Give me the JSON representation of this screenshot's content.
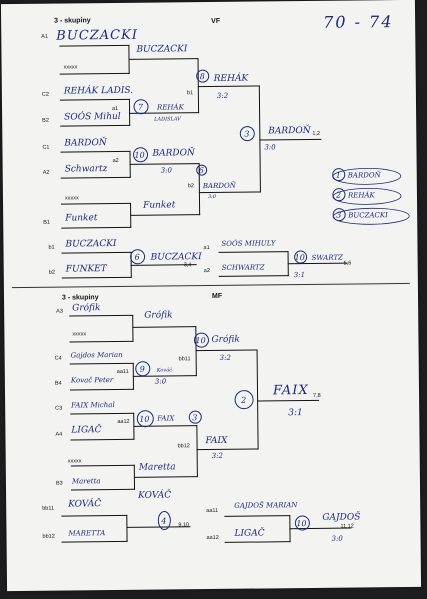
{
  "corner_note": "70 - 74",
  "top": {
    "group_label": "3 - skupiny",
    "round_label": "VF",
    "slots": {
      "A1": "A1",
      "C2": "C2",
      "B2": "B2",
      "C1": "C1",
      "A2": "A2",
      "B1": "B1",
      "b1": "b1",
      "b2": "b2",
      "a1": "a1",
      "a2": "a2"
    },
    "players": {
      "A1": "BUCZACKI",
      "bye1": "xxxxx",
      "C2": "REHÁK LADIS.",
      "B2": "SOÓS Mihul",
      "C1": "BARDOŇ",
      "A2": "Schwartz",
      "bye2": "xxxxx",
      "B1": "Funket",
      "b1": "BUCZACKI",
      "b2": "FUNKET",
      "a1": "SOÓS MIHULY",
      "a2": "SCHWARTZ"
    },
    "winners": {
      "r1_top": "BUCZACKI",
      "r1_mid": "REHÁK",
      "r1_mid_sub": "LADISLAV",
      "r1_bardon": "BARDOŇ",
      "r1_bardon_score": "3:0",
      "r1_funket": "Funket",
      "qf_rehak": "REHÁK",
      "qf_rehak_score": "3:2",
      "qf_bardon": "BARDOŇ",
      "qf_bardon_score": "3:0",
      "final": "BARDOŇ",
      "final_tag": "1,2",
      "final_score": "3:0",
      "cons_left": "BUCZACKI",
      "cons_left_tag": "3,4",
      "cons_right": "SWARTZ",
      "cons_right_tag": "5,6",
      "cons_right_score": "3:1"
    },
    "circled": {
      "qf_rehak": "8",
      "r1_mid": "7",
      "r1_bardon": "10",
      "r1_b2": "6",
      "final": "3",
      "cons_left": "6",
      "cons_right": "10"
    },
    "ranking": {
      "items": [
        {
          "num": "1",
          "name": "BARDOŇ"
        },
        {
          "num": "2",
          "name": "REHÁK"
        },
        {
          "num": "3",
          "name": "BUCZACKI"
        }
      ]
    }
  },
  "bottom": {
    "group_label": "3 - skupiny",
    "round_label": "MF",
    "slots": {
      "A3": "A3",
      "C4": "C4",
      "B4": "B4",
      "C3": "C3",
      "A4": "A4",
      "B3": "B3",
      "bb11": "bb11",
      "bb12": "bb12",
      "aa11": "aa11",
      "aa12": "aa12",
      "aa11r": "aa11",
      "aa12r": "aa12",
      "bb11r": "bb11",
      "bb12r": "bb12"
    },
    "players": {
      "A3": "Grófik",
      "bye1": "xxxxx",
      "C4": "Gajdos Marian",
      "B4": "Kovač Peter",
      "C3": "FAIX Michal",
      "A4": "LIGAČ",
      "bye2": "xxxxx",
      "B3": "Maretta",
      "bb11": "KOVÁČ",
      "bb12": "MARETTA",
      "aa11": "GAJDOŠ MARIAN",
      "aa12": "LIGAČ"
    },
    "winners": {
      "r1_top": "Grófik",
      "r1_mid": "Kováč",
      "r1_mid_score": "3:0",
      "r1_faix": "FAIX",
      "r1_maretta": "Maretta",
      "sf_grofik": "Grófik",
      "sf_grofik_score": "3:2",
      "sf_faix": "FAIX",
      "sf_faix_score": "3:2",
      "final": "FAIX",
      "final_tag": "7,8",
      "final_score": "3:1",
      "cons_left": "KOVÁČ",
      "cons_left_tag": "9,10",
      "cons_right": "GAJDOŠ",
      "cons_right_tag": "11,12",
      "cons_right_score": "3:0"
    },
    "circled": {
      "sf_grofik": "10",
      "r1_mid": "9",
      "r1_faix": "10",
      "r1_faix_b": "3",
      "final": "2",
      "cons_left": "4",
      "cons_right": "10"
    }
  }
}
